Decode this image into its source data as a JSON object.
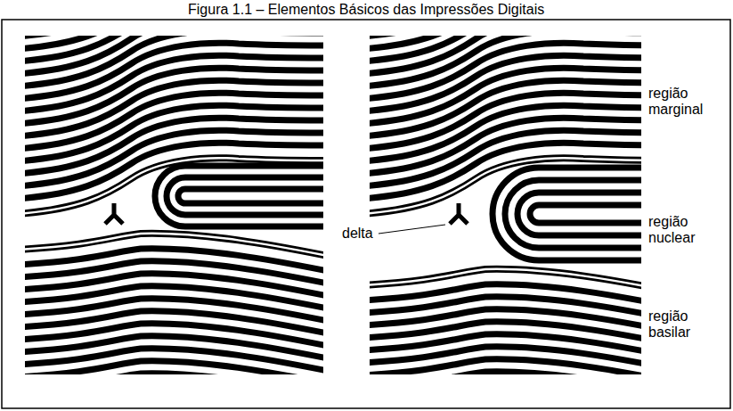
{
  "diagram": {
    "title": "Figura 1.1 – Elementos Básicos das Impressões Digitais",
    "labels": [
      "região marginal",
      "região nuclear",
      "delta",
      "região basilar"
    ]
  }
}
